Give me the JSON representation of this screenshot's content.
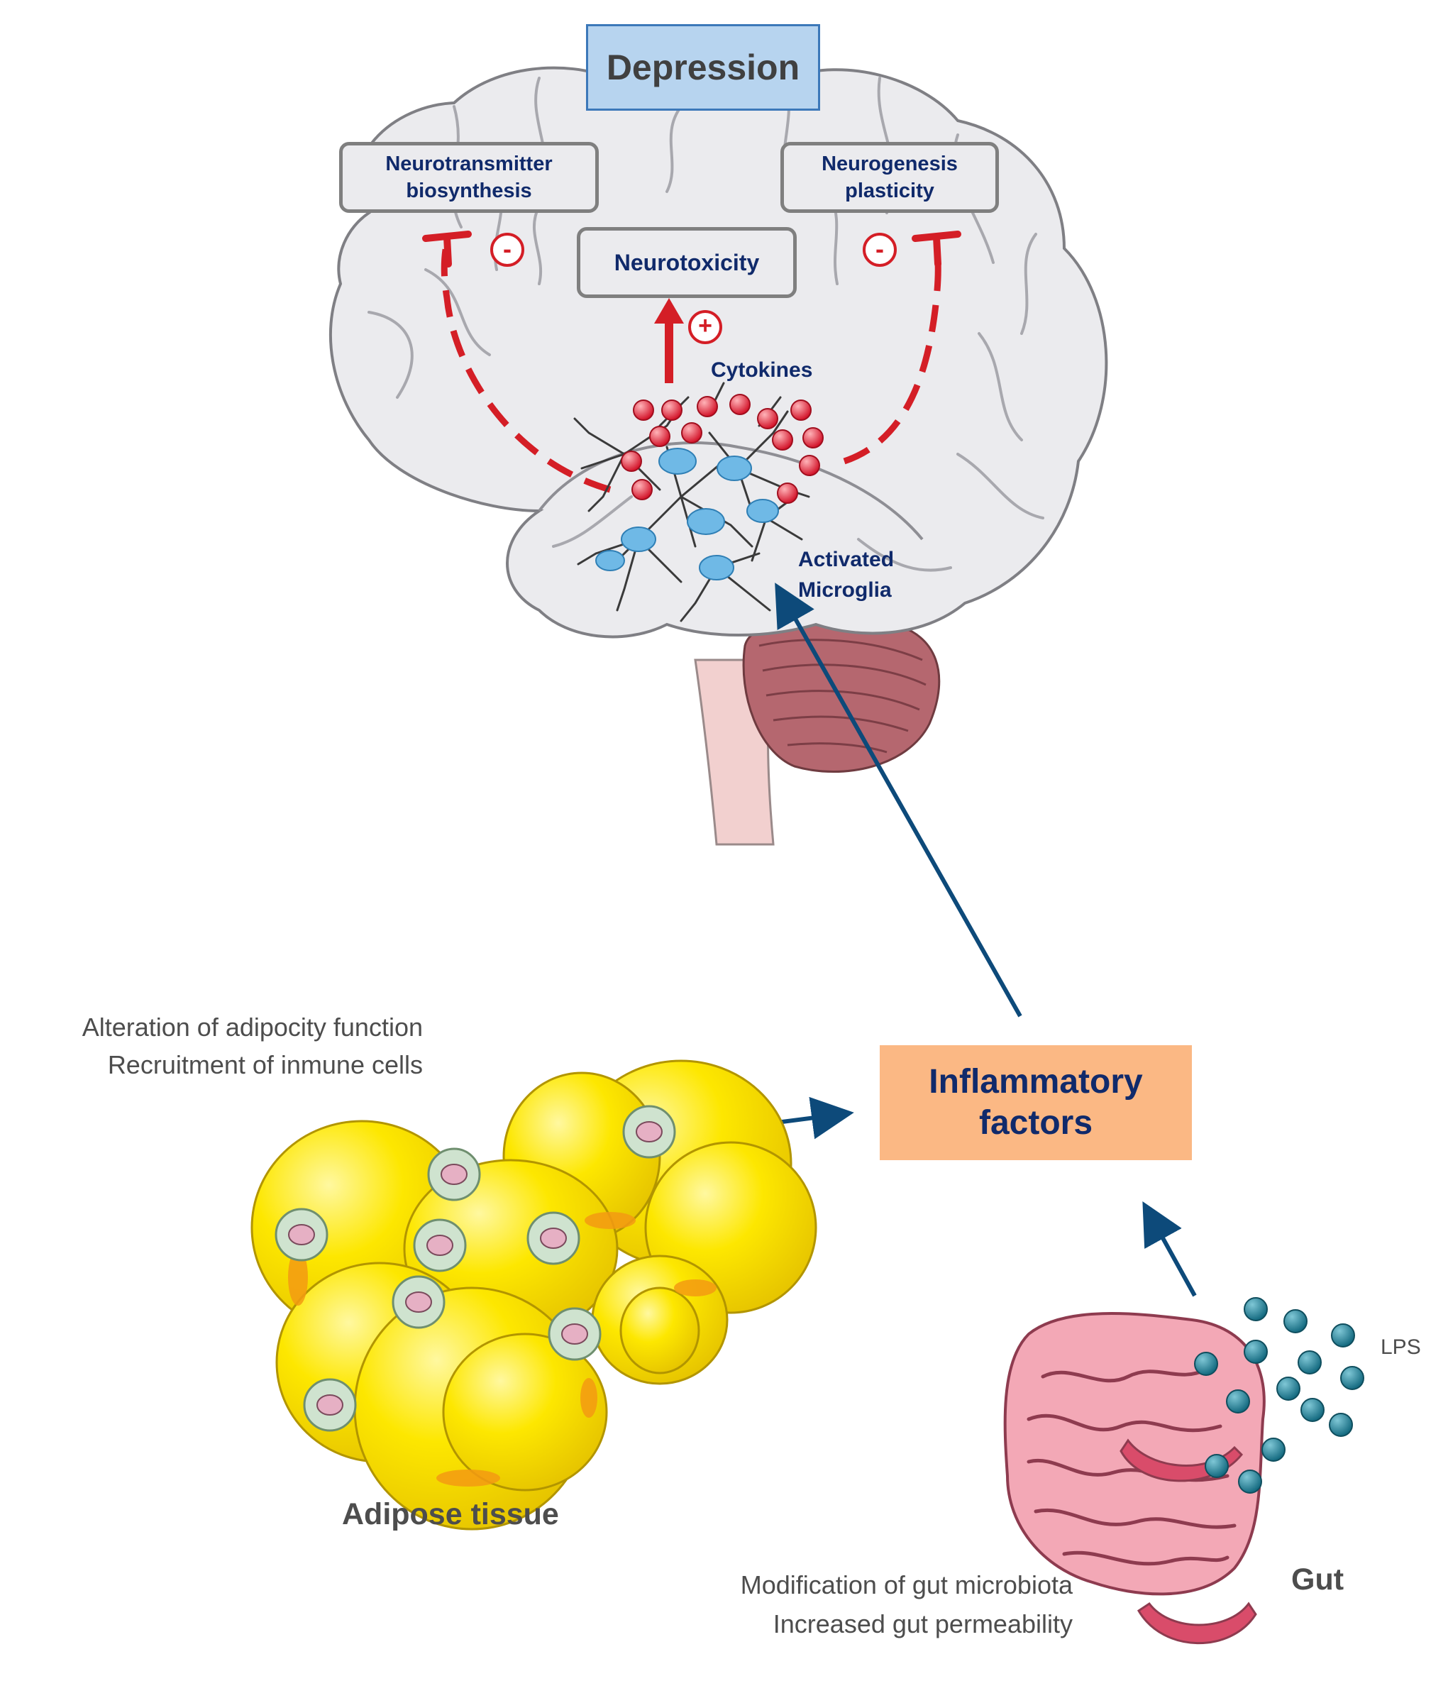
{
  "brain": {
    "depression": "Depression",
    "neurotransmitter_1": "Neurotransmitter",
    "neurotransmitter_2": "biosynthesis",
    "neurogenesis_1": "Neurogenesis",
    "neurogenesis_2": "plasticity",
    "neurotoxicity": "Neurotoxicity",
    "cytokines": "Cytokines",
    "microglia_1": "Activated",
    "microglia_2": "Microglia",
    "minus_sign": "-",
    "plus_sign": "+"
  },
  "inflammatory": {
    "line_1": "Inflammatory",
    "line_2": "factors"
  },
  "adipose": {
    "note_1": "Alteration of adipocity function",
    "note_2": "Recruitment of inmune cells",
    "title": "Adipose tissue"
  },
  "gut": {
    "lps": "LPS",
    "title": "Gut",
    "note_1": "Modification of gut microbiota",
    "note_2": "Increased gut permeability"
  },
  "colors": {
    "navy_arrow": "#0d4a7a",
    "inhibition_red": "#d41e26",
    "depression_fill": "#b7d4ef",
    "inflammatory_fill": "#fbb884",
    "adipocyte_yellow": "#fde700",
    "lps_teal": "#1a7c93"
  }
}
